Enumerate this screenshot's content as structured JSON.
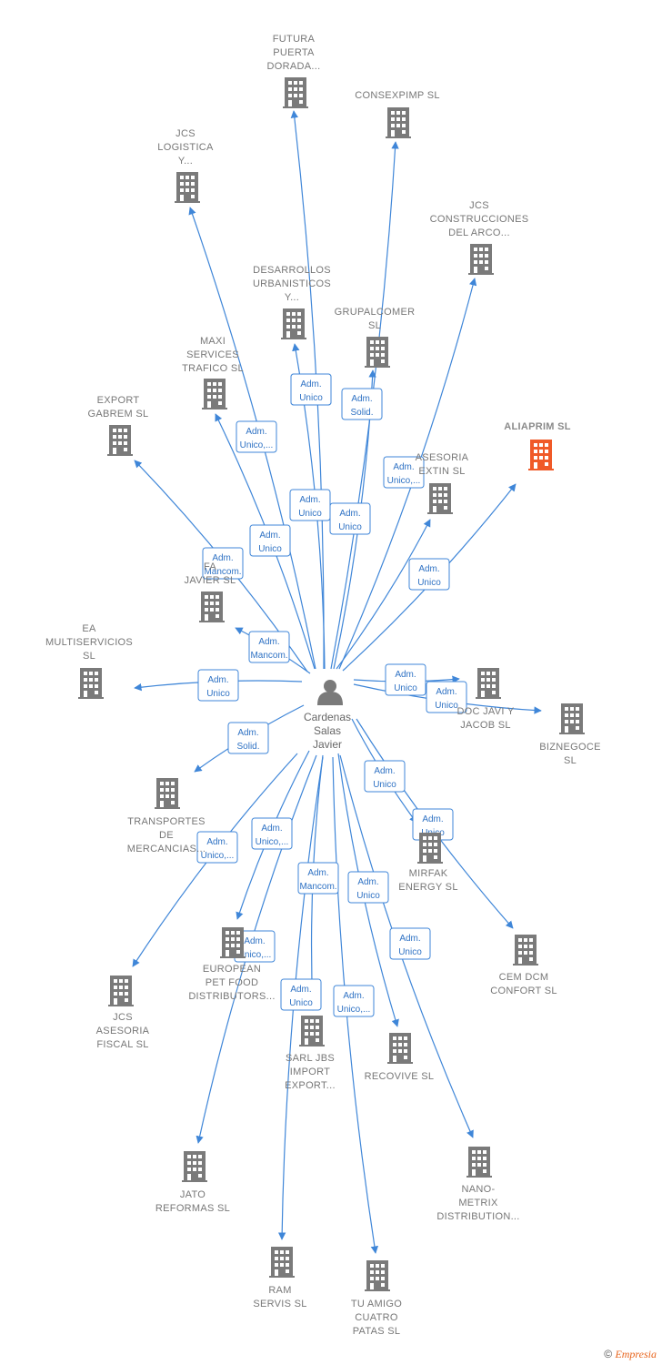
{
  "center": {
    "name_lines": [
      "Cardenas",
      "Salas",
      "Javier"
    ],
    "icon": "person-icon"
  },
  "colors": {
    "edge": "#3f86d8",
    "building": "#7a7a7a",
    "highlight": "#f05a28"
  },
  "nodes": [
    {
      "id": "futura",
      "lines": [
        "FUTURA",
        "PUERTA",
        "DORADA..."
      ],
      "edge_label": [
        "Adm.",
        "Unico"
      ]
    },
    {
      "id": "consexpimp",
      "lines": [
        "CONSEXPIMP SL"
      ],
      "edge_label": [
        "Adm.",
        "Unico"
      ]
    },
    {
      "id": "jcs-logistica",
      "lines": [
        "JCS",
        "LOGISTICA",
        "Y..."
      ],
      "edge_label": [
        "Adm.",
        "Unico"
      ]
    },
    {
      "id": "jcs-construcciones",
      "lines": [
        "JCS",
        "CONSTRUCCIONES",
        "DEL ARCO..."
      ],
      "edge_label": [
        "Adm.",
        "Unico,..."
      ]
    },
    {
      "id": "desarrollos",
      "lines": [
        "DESARROLLOS",
        "URBANISTICOS",
        "Y..."
      ],
      "edge_label": [
        "Adm.",
        "Unico"
      ]
    },
    {
      "id": "grupalcomer",
      "lines": [
        "GRUPALCOMER",
        "SL"
      ],
      "edge_label": [
        "Adm.",
        "Solid."
      ]
    },
    {
      "id": "maxi",
      "lines": [
        "MAXI",
        "SERVICES",
        "TRAFICO SL"
      ],
      "edge_label": [
        "Adm.",
        "Unico,..."
      ]
    },
    {
      "id": "export-gabrem",
      "lines": [
        "EXPORT",
        "GABREM SL"
      ],
      "edge_label": [
        "Adm.",
        "Mancom."
      ]
    },
    {
      "id": "aliaprim",
      "lines": [
        "ALIAPRIM SL"
      ],
      "highlight": true,
      "edge_label": [
        "Adm.",
        "Unico"
      ]
    },
    {
      "id": "asesoria",
      "lines": [
        "ASESORIA",
        "EXTIN SL"
      ],
      "edge_label": [
        "Adm.",
        "Unico"
      ]
    },
    {
      "id": "fa-javier",
      "lines": [
        "FA",
        "JAVIER SL"
      ],
      "edge_label": [
        "Adm.",
        "Mancom."
      ]
    },
    {
      "id": "ea",
      "lines": [
        "EA",
        "MULTISERVICIOS",
        "SL"
      ],
      "edge_label": [
        "Adm.",
        "Unico"
      ]
    },
    {
      "id": "doc-javi",
      "lines": [
        "DOC JAVI Y",
        "JACOB SL"
      ],
      "edge_label": [
        "Adm.",
        "Unico"
      ]
    },
    {
      "id": "biznegoce",
      "lines": [
        "BIZNEGOCE",
        "SL"
      ],
      "edge_label": [
        "Adm.",
        "Unico"
      ]
    },
    {
      "id": "transportes",
      "lines": [
        "TRANSPORTES",
        "DE",
        "MERCANCIAS..."
      ],
      "edge_label": [
        "Adm.",
        "Solid."
      ]
    },
    {
      "id": "mirfak",
      "lines": [
        "MIRFAK",
        "ENERGY SL"
      ],
      "edge_label": [
        "Adm.",
        "Unico"
      ]
    },
    {
      "id": "cem",
      "lines": [
        "CEM DCM",
        "CONFORT SL"
      ],
      "edge_label": [
        "Adm.",
        "Unico"
      ]
    },
    {
      "id": "european",
      "lines": [
        "EUROPEAN",
        "PET FOOD",
        "DISTRIBUTORS..."
      ],
      "edge_label": [
        "Adm.",
        "Unico,..."
      ]
    },
    {
      "id": "jcs-asesoria",
      "lines": [
        "JCS",
        "ASESORIA",
        "FISCAL SL"
      ],
      "edge_label": [
        "Adm.",
        "Unico,..."
      ]
    },
    {
      "id": "sarl",
      "lines": [
        "SARL JBS",
        "IMPORT",
        "EXPORT..."
      ],
      "edge_label": [
        "Adm.",
        "Mancom."
      ]
    },
    {
      "id": "recovive",
      "lines": [
        "RECOVIVE SL"
      ],
      "edge_label": [
        "Adm.",
        "Unico"
      ]
    },
    {
      "id": "jato",
      "lines": [
        "JATO",
        "REFORMAS SL"
      ],
      "edge_label": [
        "Adm.",
        "Unico,..."
      ]
    },
    {
      "id": "nanometrix",
      "lines": [
        "NANO-",
        "METRIX",
        "DISTRIBUTION..."
      ],
      "edge_label": [
        "Adm.",
        "Unico"
      ]
    },
    {
      "id": "ram",
      "lines": [
        "RAM",
        "SERVIS SL"
      ],
      "edge_label": [
        "Adm.",
        "Unico"
      ]
    },
    {
      "id": "tu-amigo",
      "lines": [
        "TU AMIGO",
        "CUATRO",
        "PATAS SL"
      ],
      "edge_label": [
        "Adm.",
        "Unico,..."
      ]
    }
  ],
  "footer": {
    "copyright": "©",
    "brand": "Empresia"
  }
}
